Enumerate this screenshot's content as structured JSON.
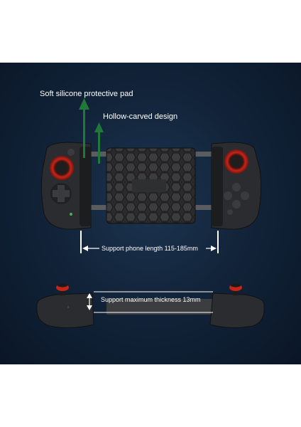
{
  "product_image": {
    "callouts": {
      "silicone_pad": "Soft silicone protective pad",
      "hollow_design": "Hollow-carved design",
      "phone_length": "Support phone length 115-185mm",
      "thickness": "Support maximum thickness 13mm"
    },
    "colors": {
      "background": "#12243a",
      "arrow_green": "#1f7a3a",
      "joystick_red": "#c4241a"
    }
  }
}
